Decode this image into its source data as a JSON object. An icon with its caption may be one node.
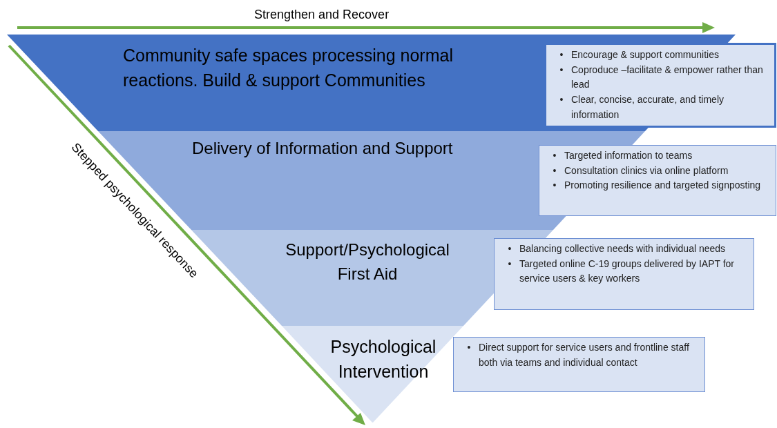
{
  "diagram": {
    "nodes": [
      {
        "text": [
          "Community safe spaces processing normal reactions.  Build & support Communities"
        ]
      },
      {
        "text": [
          "Delivery of Information and Support"
        ]
      },
      {
        "text": [
          "Support/Psychological First Aid"
        ]
      },
      {
        "text": [
          "Psychological Intervention"
        ]
      },
      {
        "text": [
          "Encourage & support communities",
          "Coproduce –facilitate & empower rather than lead",
          "Clear, concise, accurate, and timely information"
        ]
      },
      {
        "text": [
          "Targeted information to teams",
          "Consultation clinics via online platform",
          "Promoting  resilience and targeted signposting"
        ]
      },
      {
        "text": [
          "Balancing collective needs with individual needs",
          "Targeted online C-19  groups delivered by IAPT for service users & key workers"
        ]
      },
      {
        "text": [
          "Direct support  for service users and frontline staff both via teams and individual  contact"
        ]
      }
    ],
    "labels": [
      "Strengthen and Recover",
      "Stepped psychological response",
      "•",
      "•",
      "•",
      "•",
      "•",
      "•",
      "•",
      "•",
      "•"
    ]
  }
}
